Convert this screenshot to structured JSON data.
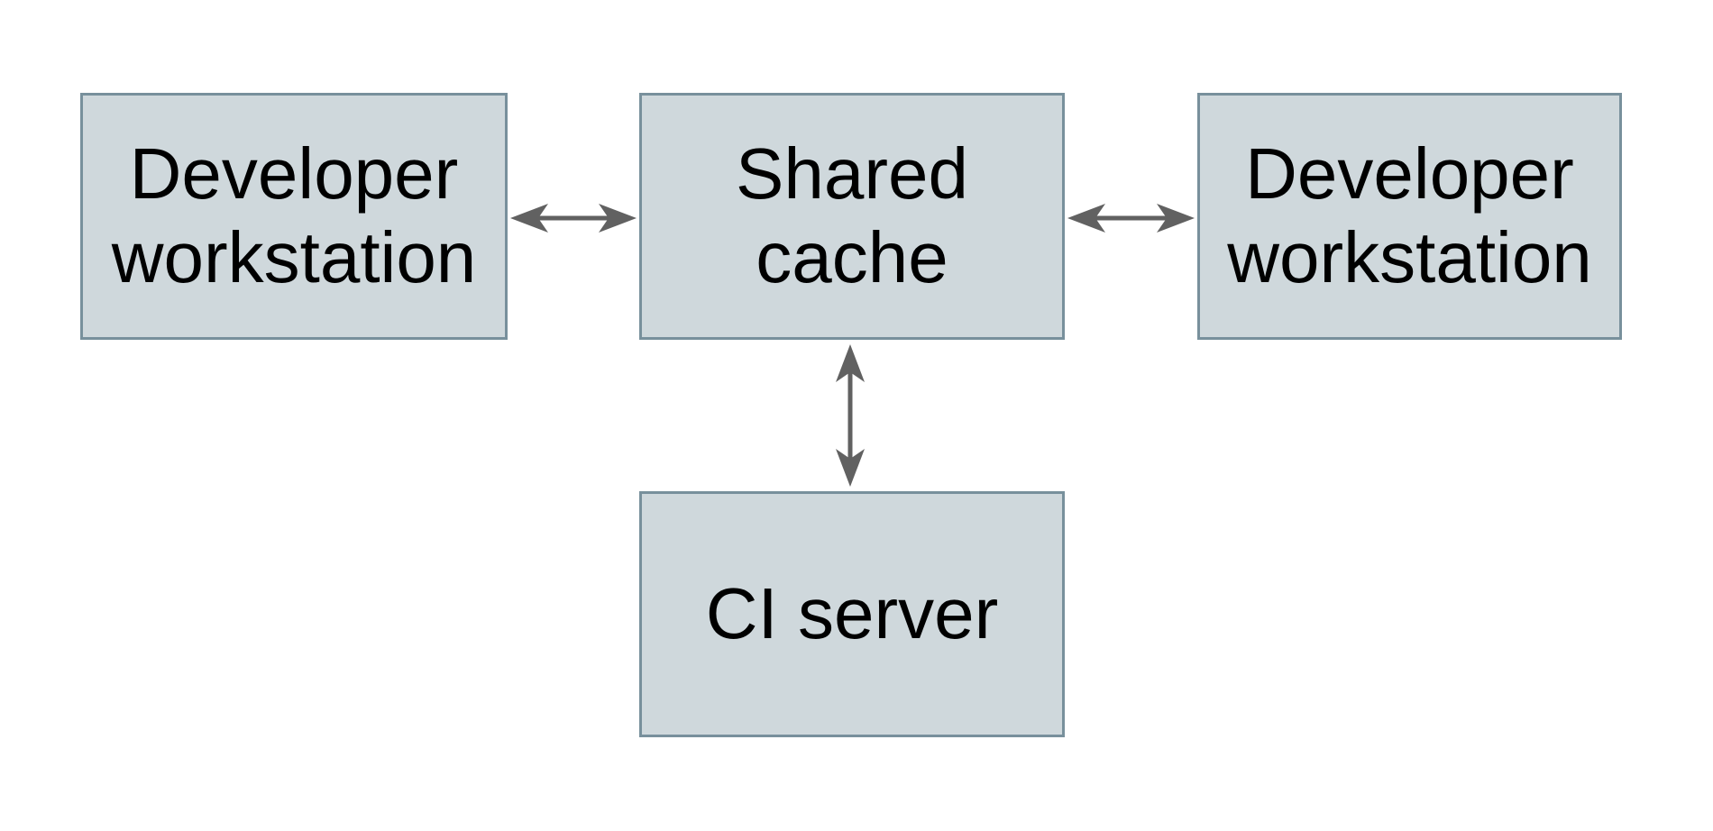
{
  "diagram": {
    "type": "architecture-diagram",
    "nodes": {
      "dev_left": {
        "id": "developer-workstation-left",
        "lines": [
          "Developer",
          "workstation"
        ],
        "label": "Developer workstation"
      },
      "shared_cache": {
        "id": "shared-cache",
        "lines": [
          "Shared",
          "cache"
        ],
        "label": "Shared cache"
      },
      "dev_right": {
        "id": "developer-workstation-right",
        "lines": [
          "Developer",
          "workstation"
        ],
        "label": "Developer workstation"
      },
      "ci_server": {
        "id": "ci-server",
        "lines": [
          "CI server"
        ],
        "label": "CI server"
      }
    },
    "edges": [
      {
        "from": "developer-workstation-left",
        "to": "shared-cache",
        "direction": "bidirectional"
      },
      {
        "from": "shared-cache",
        "to": "developer-workstation-right",
        "direction": "bidirectional"
      },
      {
        "from": "shared-cache",
        "to": "ci-server",
        "direction": "bidirectional"
      }
    ]
  },
  "colors": {
    "background": "#ffffff",
    "node_fill": "#cfd8dc",
    "node_border": "#78909c",
    "arrow": "#616161",
    "text": "#000000"
  }
}
